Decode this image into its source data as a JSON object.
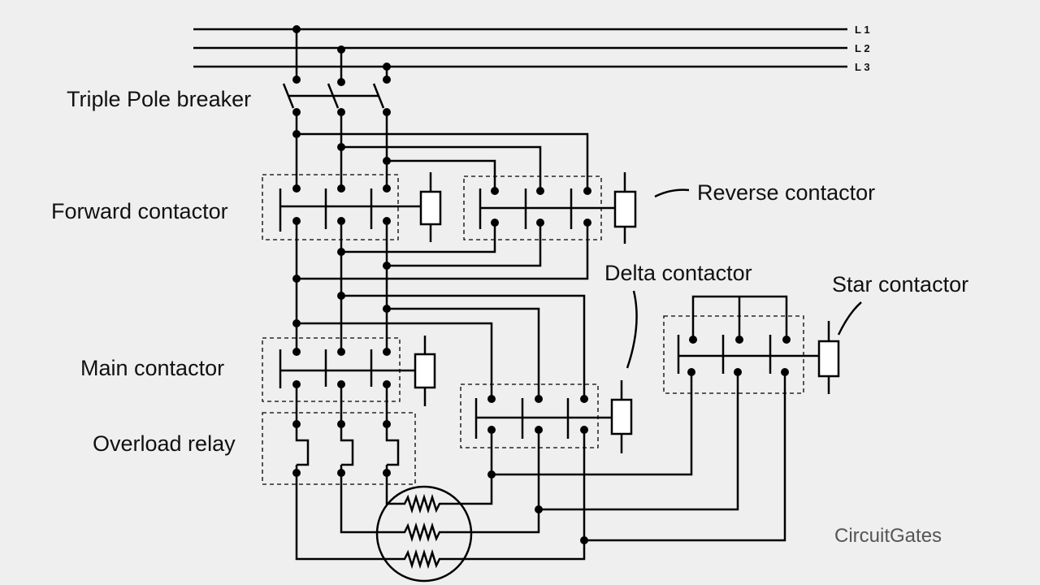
{
  "labels": {
    "breaker": "Triple Pole breaker",
    "forward": "Forward contactor",
    "reverse": "Reverse contactor",
    "main": "Main contactor",
    "overload": "Overload relay",
    "delta": "Delta  contactor",
    "star": "Star  contactor"
  },
  "lines": [
    "L 1",
    "L 2",
    "L 3"
  ],
  "brand": "CircuitGates"
}
